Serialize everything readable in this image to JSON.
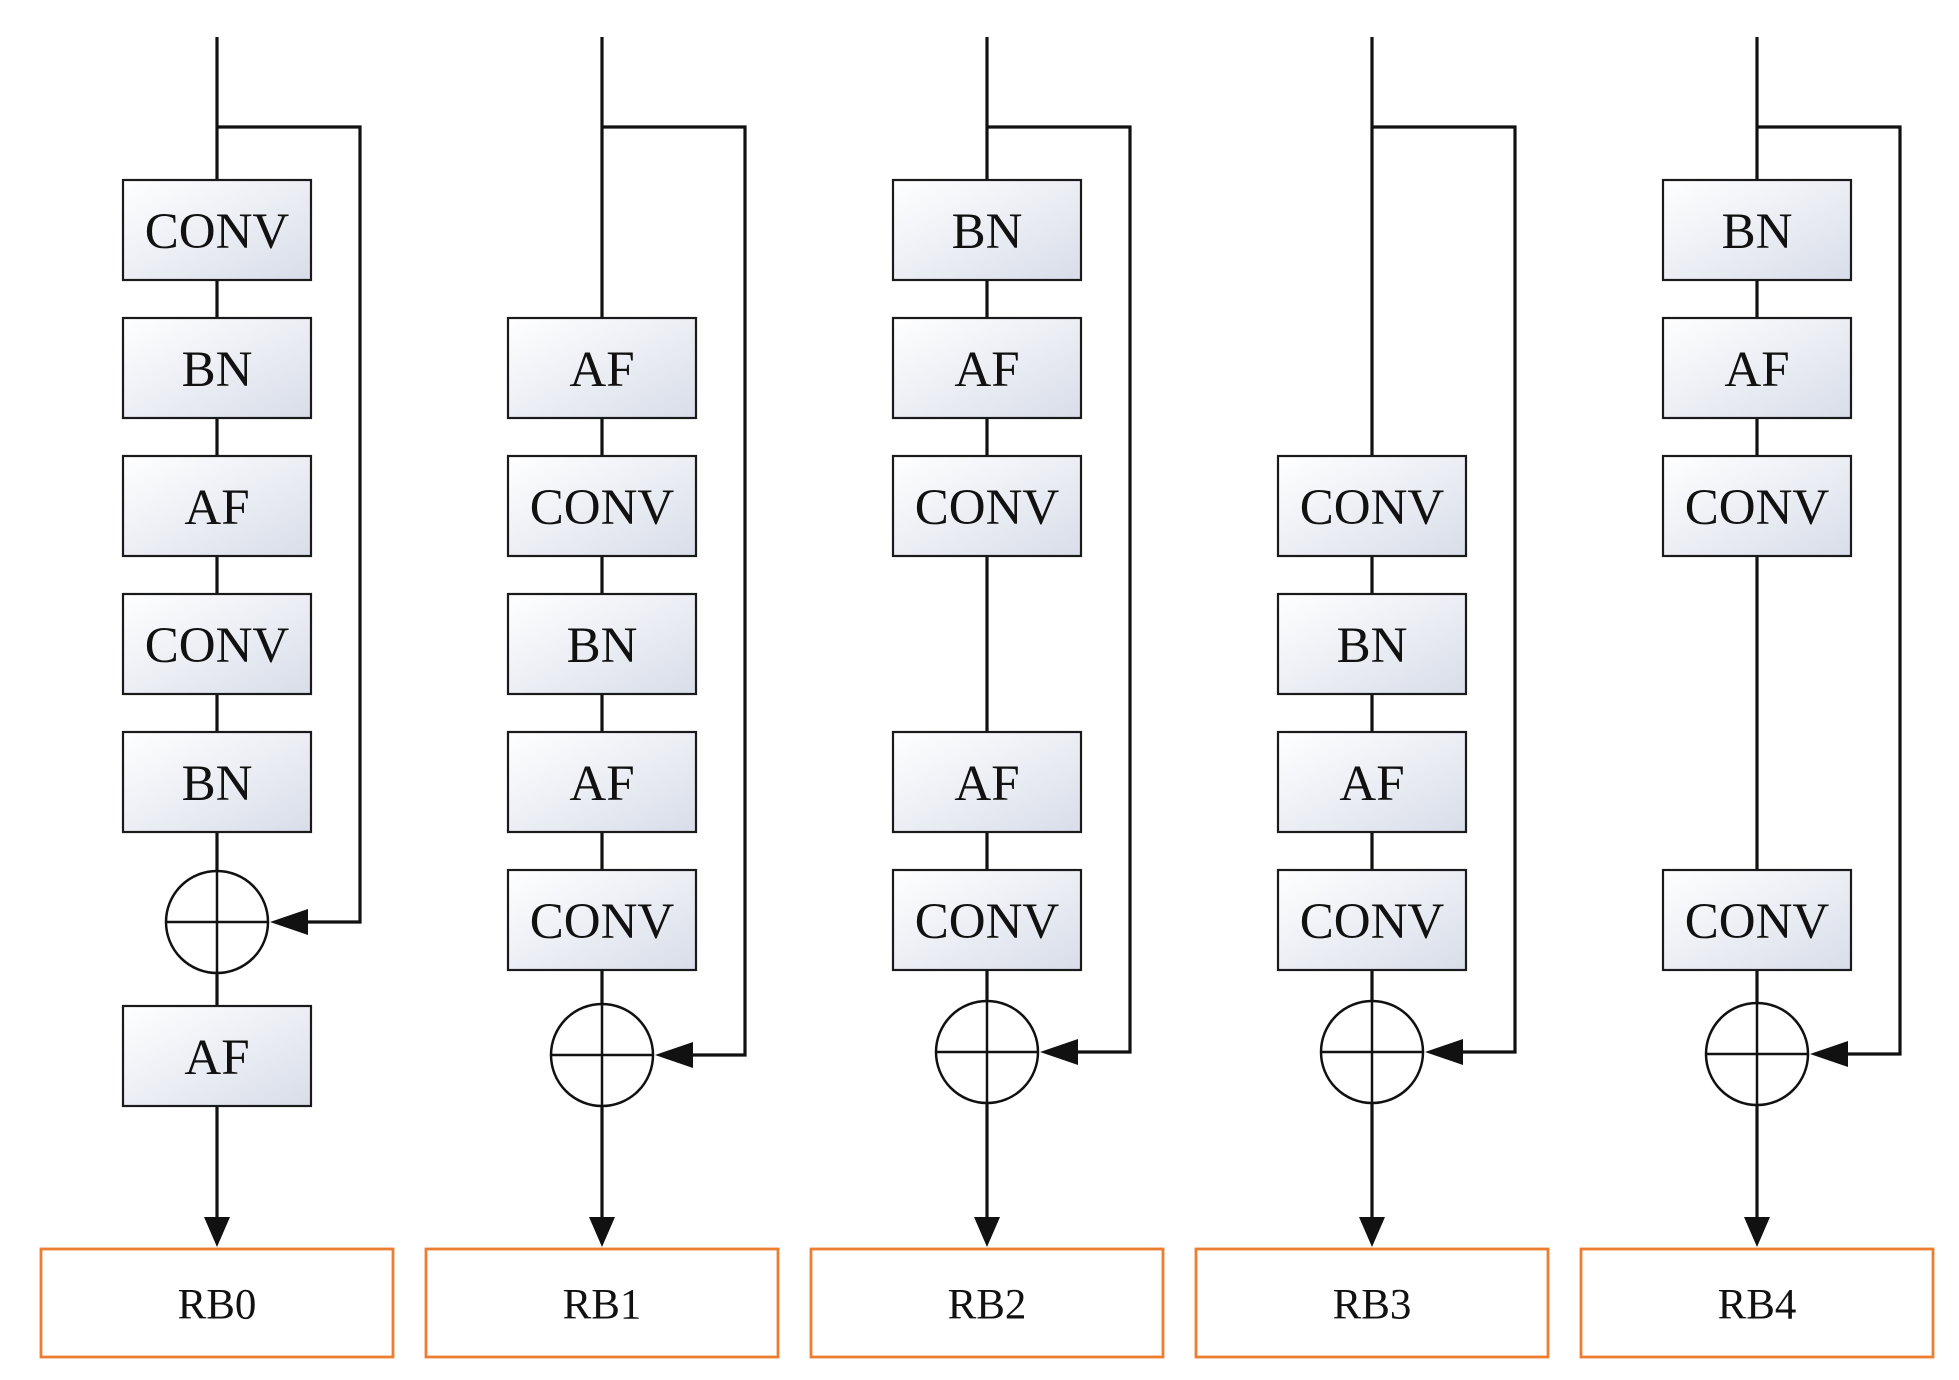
{
  "colors": {
    "line": "#111111",
    "block_fill_start": "#ffffff",
    "block_fill_end": "#d8dde9",
    "output_box_border": "#ED7D31"
  },
  "icons": {
    "adder": "circled-plus"
  },
  "columns": [
    {
      "name": "RB0",
      "blocks": [
        "CONV",
        "BN",
        "AF",
        "CONV",
        "BN"
      ],
      "post_blocks": [
        "AF"
      ]
    },
    {
      "name": "RB1",
      "blocks": [
        "AF",
        "CONV",
        "BN",
        "AF",
        "CONV"
      ],
      "post_blocks": []
    },
    {
      "name": "RB2",
      "blocks": [
        "BN",
        "AF",
        "CONV",
        "AF",
        "CONV"
      ],
      "post_blocks": []
    },
    {
      "name": "RB3",
      "blocks": [
        "CONV",
        "BN",
        "AF",
        "CONV"
      ],
      "post_blocks": []
    },
    {
      "name": "RB4",
      "blocks": [
        "BN",
        "AF",
        "CONV",
        "CONV"
      ],
      "post_blocks": []
    }
  ]
}
